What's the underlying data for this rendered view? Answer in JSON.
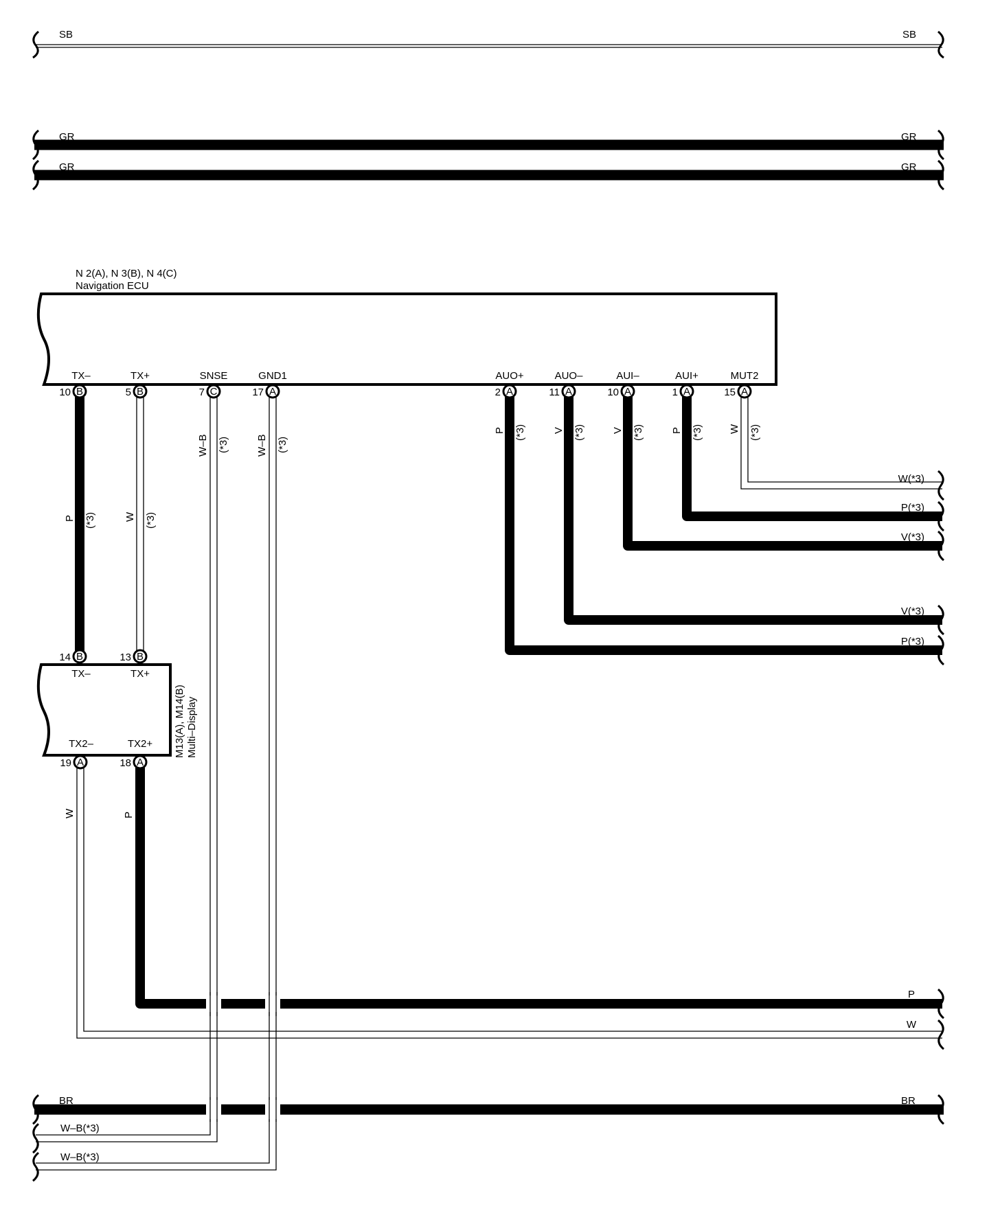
{
  "wires_top": {
    "sb": "SB",
    "gr1": "GR",
    "gr2": "GR"
  },
  "ecu": {
    "ids": "N 2(A), N 3(B), N 4(C)",
    "name": "Navigation ECU",
    "pins": [
      {
        "name": "TX–",
        "num": "10",
        "conn": "B"
      },
      {
        "name": "TX+",
        "num": "5",
        "conn": "B"
      },
      {
        "name": "SNSE",
        "num": "7",
        "conn": "C"
      },
      {
        "name": "GND1",
        "num": "17",
        "conn": "A"
      },
      {
        "name": "AUO+",
        "num": "2",
        "conn": "A"
      },
      {
        "name": "AUO–",
        "num": "11",
        "conn": "A"
      },
      {
        "name": "AUI–",
        "num": "10",
        "conn": "A"
      },
      {
        "name": "AUI+",
        "num": "1",
        "conn": "A"
      },
      {
        "name": "MUT2",
        "num": "15",
        "conn": "A"
      }
    ]
  },
  "wire_colors": {
    "txm": "P",
    "txp": "W",
    "snse": "W–B",
    "gnd1": "W–B",
    "auop": "P",
    "auom": "V",
    "auim": "V",
    "auip": "P",
    "mut2": "W",
    "note": "(*3)"
  },
  "right_ends": {
    "mut2": "W(*3)",
    "auip": "P(*3)",
    "auim": "V(*3)",
    "auom": "V(*3)",
    "auop": "P(*3)"
  },
  "display": {
    "ids": "M13(A), M14(B)",
    "name": "Multi–Display",
    "top_pins": [
      {
        "name": "TX–",
        "num": "14",
        "conn": "B"
      },
      {
        "name": "TX+",
        "num": "13",
        "conn": "B"
      }
    ],
    "bottom_pins": [
      {
        "name": "TX2–",
        "num": "19",
        "conn": "A"
      },
      {
        "name": "TX2+",
        "num": "18",
        "conn": "A"
      }
    ],
    "tx2m_color": "W",
    "tx2p_color": "P"
  },
  "bottom_wires": {
    "p": "P",
    "w": "W",
    "br_left": "BR",
    "br_right": "BR",
    "wb1": "W–B(*3)",
    "wb2": "W–B(*3)"
  }
}
